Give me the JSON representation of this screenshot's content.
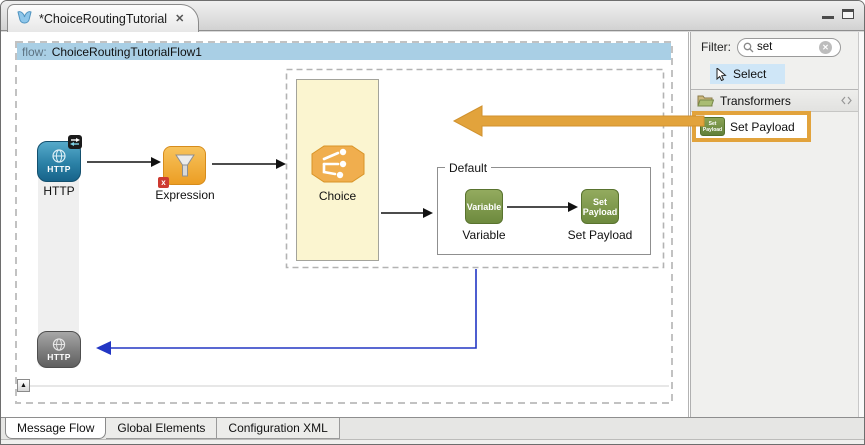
{
  "tab": {
    "title": "*ChoiceRoutingTutorial"
  },
  "flow": {
    "prefix": "flow:",
    "name": "ChoiceRoutingTutorialFlow1"
  },
  "nodes": {
    "http_in": {
      "icon_text": "HTTP",
      "label": "HTTP"
    },
    "expression": {
      "label": "Expression"
    },
    "choice": {
      "label": "Choice"
    },
    "default_scope": {
      "title": "Default"
    },
    "variable": {
      "icon_text": "Variable",
      "label": "Variable"
    },
    "set_payload": {
      "icon_line1": "Set",
      "icon_line2": "Payload",
      "label": "Set Payload"
    },
    "http_out": {
      "icon_text": "HTTP"
    }
  },
  "palette": {
    "filter_label": "Filter:",
    "filter_value": "set",
    "select_label": "Select",
    "group": "Transformers",
    "item": {
      "icon_line1": "Set",
      "icon_line2": "Payload",
      "label": "Set Payload"
    }
  },
  "tabs_bottom": [
    {
      "label": "Message Flow",
      "active": true
    },
    {
      "label": "Global Elements",
      "active": false
    },
    {
      "label": "Configuration XML",
      "active": false
    }
  ],
  "icons": {
    "tab_close": "✕",
    "error_badge": "x",
    "search_clear": "✕",
    "collapse_up": "▲"
  },
  "colors": {
    "flow_bar": "#a9cfe5",
    "highlight_orange": "#e2a33c",
    "connector_blue": "#2236c4",
    "node_green": "#6d8a3e",
    "node_orange": "#ec9e24",
    "node_blue": "#2b81a6"
  }
}
